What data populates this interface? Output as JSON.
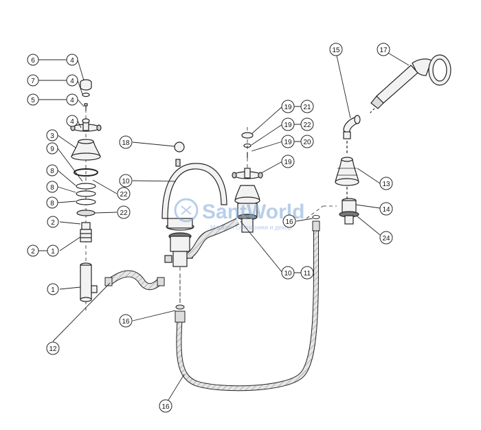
{
  "watermark": {
    "brand": "SantWorld",
    "tagline": "Магазин сантехники и декор"
  },
  "callouts": {
    "c6_4": [
      "6",
      "4"
    ],
    "c7_4": [
      "7",
      "4"
    ],
    "c5_4": [
      "5",
      "4"
    ],
    "c4": "4",
    "c3": "3",
    "c9": "9",
    "c8a": "8",
    "c8b": "8",
    "c8c": "8",
    "c22a": "22",
    "c22b": "22",
    "c2": "2",
    "c2_1": [
      "2",
      "1"
    ],
    "c1": "1",
    "c12": "12",
    "c18": "18",
    "c10a": "10",
    "c10_11": [
      "10",
      "11"
    ],
    "c19_21": [
      "19",
      "21"
    ],
    "c19_22": [
      "19",
      "22"
    ],
    "c19_20": [
      "19",
      "20"
    ],
    "c19": "19",
    "c15": "15",
    "c17": "17",
    "c13": "13",
    "c14": "14",
    "c24": "24",
    "c16a": "16",
    "c16b": "16",
    "c16c": "16"
  },
  "colors": {
    "line": "#222222",
    "part_fill": "#f2f2f2",
    "shade": "#bdbdbd",
    "watermark": "#7fa8d6"
  }
}
